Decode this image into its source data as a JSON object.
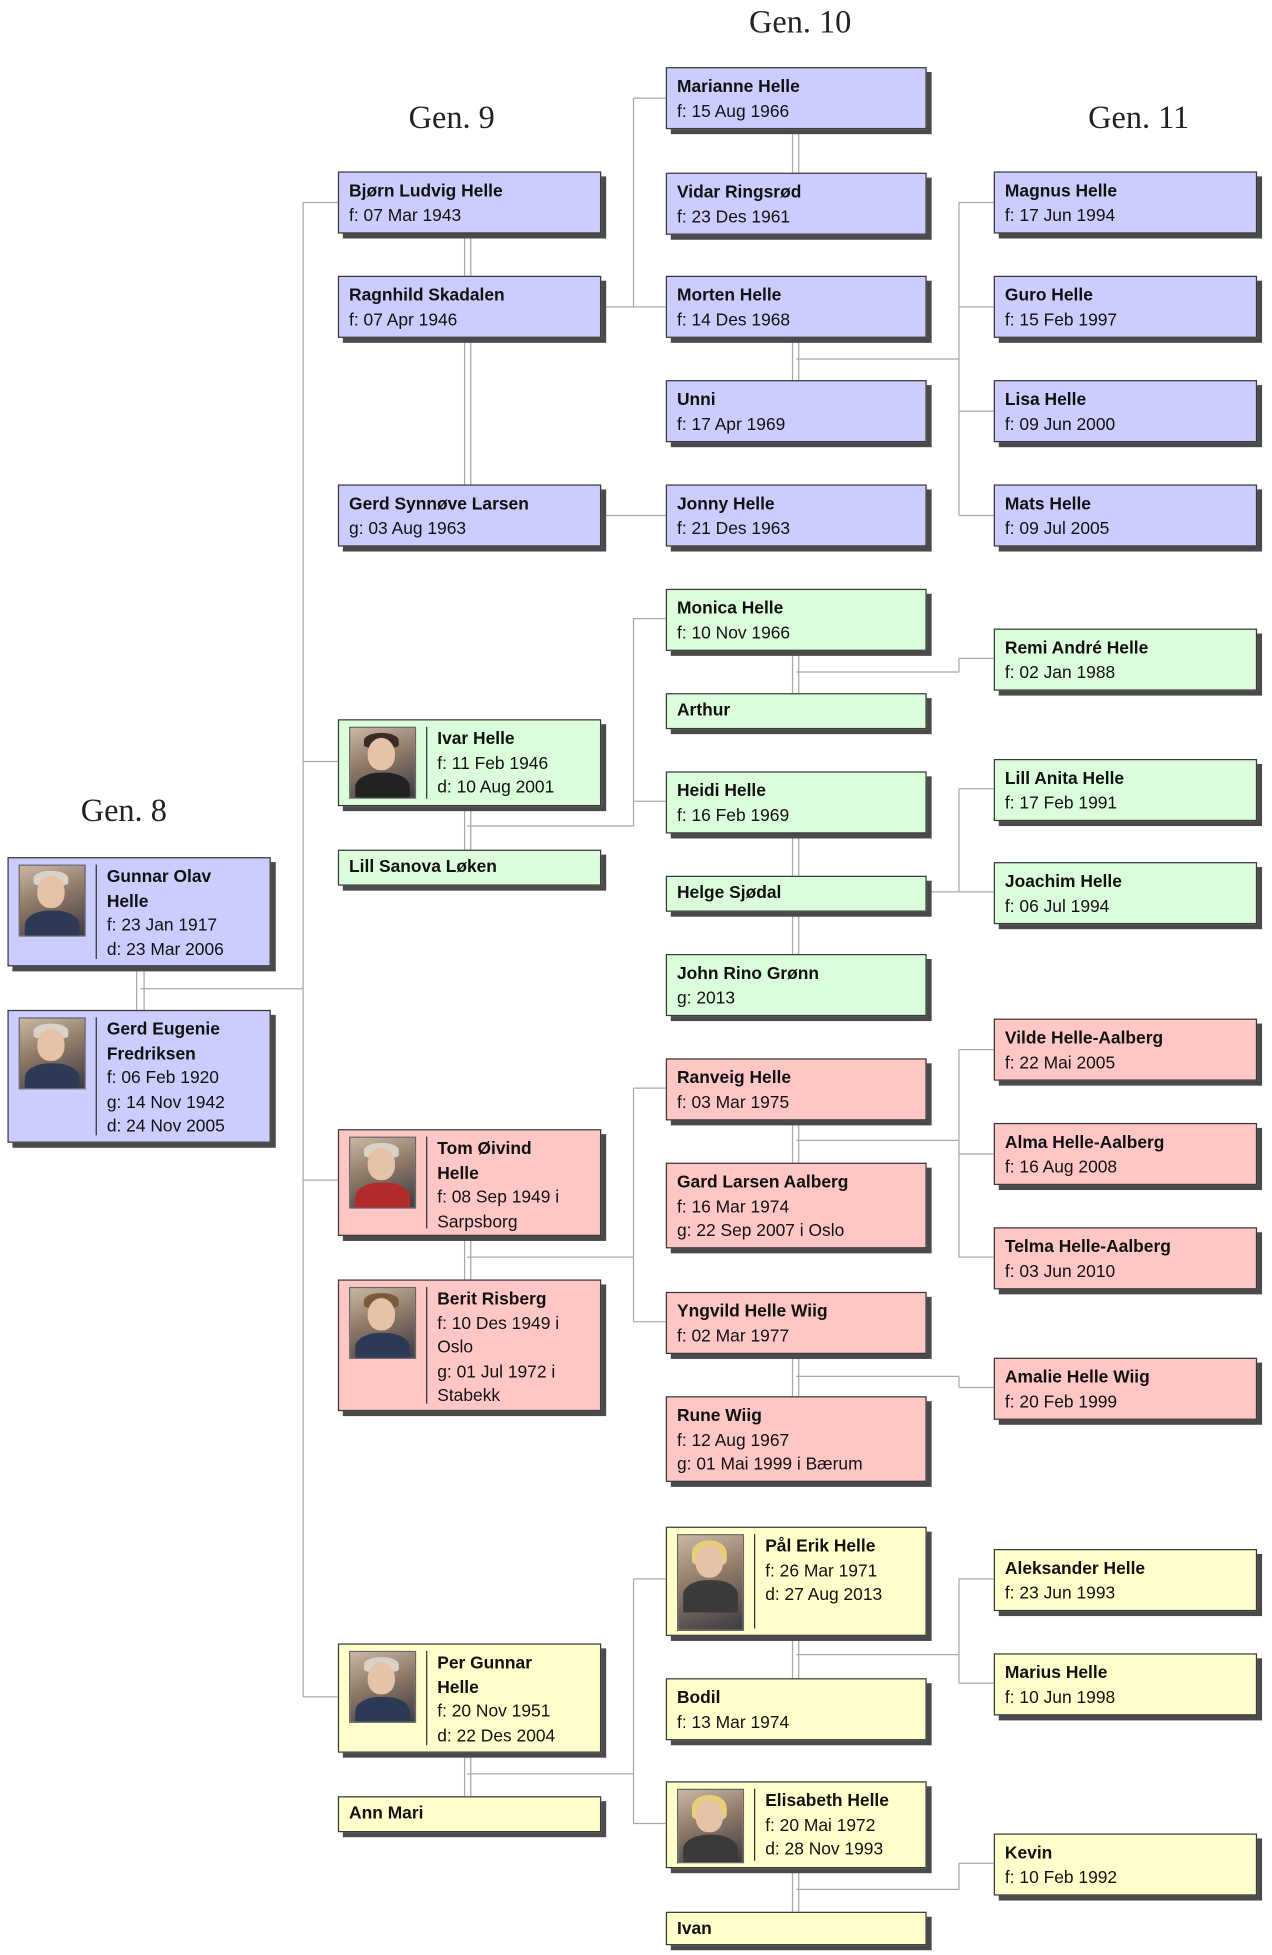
{
  "generations": {
    "gen8": "Gen. 8",
    "gen9": "Gen. 9",
    "gen10": "Gen. 10",
    "gen11": "Gen. 11"
  },
  "colors": {
    "purple": "#ccccff",
    "green": "#dcfddc",
    "pink": "#ffc6c6",
    "yellow": "#ffffcc",
    "line": "#a8a8a8"
  },
  "people": {
    "gunnar": {
      "name1": "Gunnar Olav",
      "name2": "Helle",
      "l1": "f: 23 Jan 1917",
      "l2": "d: 23 Mar 2006",
      "photo": "elderly-man-photo"
    },
    "gerd": {
      "name1": "Gerd Eugenie",
      "name2": "Fredriksen",
      "l1": "f: 06 Feb 1920",
      "l2": "g: 14 Nov 1942",
      "l3": "d: 24 Nov 2005",
      "photo": "elderly-woman-photo"
    },
    "bjorn": {
      "name": "Bjørn Ludvig Helle",
      "l1": "f: 07 Mar 1943"
    },
    "ragnhild": {
      "name": "Ragnhild Skadalen",
      "l1": "f: 07 Apr 1946"
    },
    "gerds": {
      "name": "Gerd Synnøve Larsen",
      "l1": "g: 03 Aug 1963"
    },
    "ivar": {
      "name": "Ivar Helle",
      "l1": "f: 11 Feb 1946",
      "l2": "d: 10 Aug 2001",
      "photo": "man-photo"
    },
    "lill": {
      "name": "Lill Sanova Løken"
    },
    "tom": {
      "name1": "Tom Øivind",
      "name2": "Helle",
      "l1": "f: 08 Sep 1949 i",
      "l2": "Sarpsborg",
      "photo": "man-photo"
    },
    "berit": {
      "name": "Berit Risberg",
      "l1": "f: 10 Des 1949 i",
      "l2": "Oslo",
      "l3": "g: 01 Jul 1972 i",
      "l4": "Stabekk",
      "photo": "woman-photo"
    },
    "per": {
      "name1": "Per Gunnar",
      "name2": "Helle",
      "l1": "f: 20 Nov 1951",
      "l2": "d: 22 Des 2004",
      "photo": "man-photo"
    },
    "annmari": {
      "name": "Ann Mari"
    },
    "marianne": {
      "name": "Marianne Helle",
      "l1": "f: 15 Aug 1966"
    },
    "vidar": {
      "name": "Vidar Ringsrød",
      "l1": "f: 23 Des 1961"
    },
    "morten": {
      "name": "Morten Helle",
      "l1": "f: 14 Des 1968"
    },
    "unni": {
      "name": "Unni",
      "l1": "f: 17 Apr 1969"
    },
    "jonny": {
      "name": "Jonny Helle",
      "l1": "f: 21 Des 1963"
    },
    "monica": {
      "name": "Monica Helle",
      "l1": "f: 10 Nov 1966"
    },
    "arthur": {
      "name": "Arthur"
    },
    "heidi": {
      "name": "Heidi Helle",
      "l1": "f: 16 Feb 1969"
    },
    "helge": {
      "name": "Helge Sjødal"
    },
    "john": {
      "name": "John Rino Grønn",
      "l1": "g: 2013"
    },
    "ranveig": {
      "name": "Ranveig Helle",
      "l1": "f: 03 Mar 1975"
    },
    "gard": {
      "name": "Gard Larsen Aalberg",
      "l1": "f: 16 Mar 1974",
      "l2": "g: 22 Sep 2007 i Oslo"
    },
    "yngvild": {
      "name": "Yngvild Helle Wiig",
      "l1": "f: 02 Mar 1977"
    },
    "rune": {
      "name": "Rune Wiig",
      "l1": "f: 12 Aug 1967",
      "l2": "g: 01 Mai 1999 i Bærum"
    },
    "palerik": {
      "name": "Pål Erik Helle",
      "l1": "f: 26 Mar 1971",
      "l2": "d: 27 Aug 2013",
      "photo": "young-man-photo"
    },
    "bodil": {
      "name": "Bodil",
      "l1": "f: 13 Mar 1974"
    },
    "elisabeth": {
      "name": "Elisabeth Helle",
      "l1": "f: 20 Mai 1972",
      "l2": "d: 28 Nov 1993",
      "photo": "young-woman-photo"
    },
    "ivan": {
      "name": "Ivan"
    },
    "magnus": {
      "name": "Magnus Helle",
      "l1": "f: 17 Jun 1994"
    },
    "guro": {
      "name": "Guro Helle",
      "l1": "f: 15 Feb 1997"
    },
    "lisa": {
      "name": "Lisa Helle",
      "l1": "f: 09 Jun 2000"
    },
    "mats": {
      "name": "Mats Helle",
      "l1": "f: 09 Jul 2005"
    },
    "remi": {
      "name": "Remi André Helle",
      "l1": "f: 02 Jan 1988"
    },
    "lillanita": {
      "name": "Lill Anita Helle",
      "l1": "f: 17 Feb 1991"
    },
    "joachim": {
      "name": "Joachim Helle",
      "l1": "f: 06 Jul 1994"
    },
    "vilde": {
      "name": "Vilde Helle-Aalberg",
      "l1": "f: 22 Mai 2005"
    },
    "alma": {
      "name": "Alma Helle-Aalberg",
      "l1": "f: 16 Aug 2008"
    },
    "telma": {
      "name": "Telma Helle-Aalberg",
      "l1": "f: 03 Jun 2010"
    },
    "amalie": {
      "name": "Amalie Helle Wiig",
      "l1": "f: 20 Feb 1999"
    },
    "aleksander": {
      "name": "Aleksander Helle",
      "l1": "f: 23 Jun 1993"
    },
    "marius": {
      "name": "Marius Helle",
      "l1": "f: 10 Jun 1998"
    },
    "kevin": {
      "name": "Kevin",
      "l1": "f: 10 Feb 1992"
    }
  }
}
